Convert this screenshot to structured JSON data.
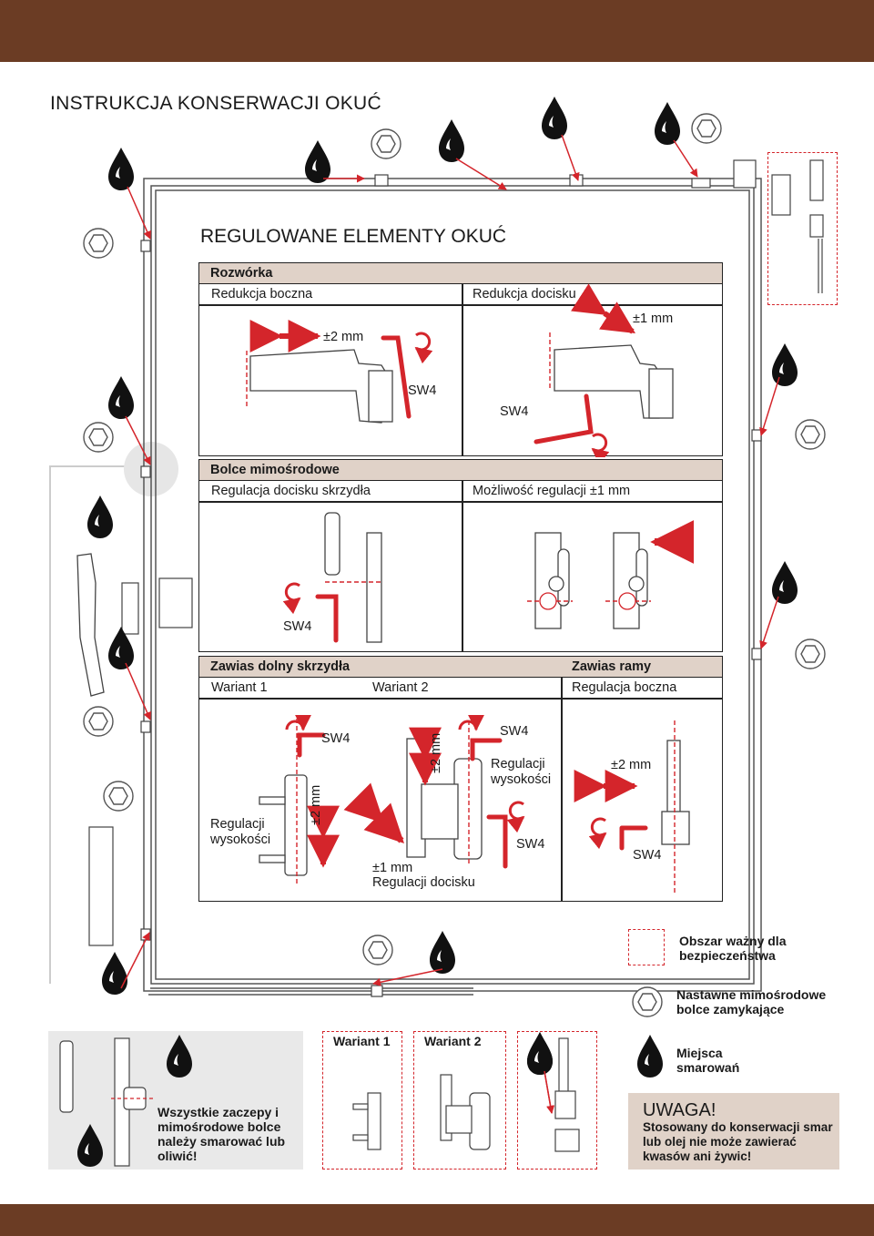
{
  "page": {
    "title": "INSTRUKCJA KONSERWACJI OKUĆ",
    "subtitle": "REGULOWANE ELEMENTY OKUĆ"
  },
  "colors": {
    "brand_brown": "#6b3c24",
    "accent_red": "#d4252b",
    "header_bg": "#e0d2c8"
  },
  "rozworka": {
    "header": "Rozwórka",
    "left_sub": "Redukcja boczna",
    "right_sub": "Redukcja docisku",
    "left_adj": "±2 mm",
    "left_tool": "SW4",
    "right_adj": "±1 mm",
    "right_tool": "SW4"
  },
  "bolce": {
    "header": "Bolce mimośrodowe",
    "left_sub": "Regulacja docisku skrzydła",
    "right_sub": "Możliwość regulacji ±1 mm",
    "tool": "SW4"
  },
  "zawias": {
    "header_left": "Zawias dolny skrzydła",
    "header_right": "Zawias ramy",
    "wariant1": "Wariant 1",
    "wariant2": "Wariant 2",
    "right_sub": "Regulacja boczna",
    "w1_tool": "SW4",
    "w1_height": "Regulacji wysokości",
    "w1_adj": "±2 mm",
    "w2_tool_top": "SW4",
    "w2_adj_vert": "±2 mm",
    "w2_height": "Regulacji wysokości",
    "w2_tool_mid": "SW4",
    "w2_adj": "±1 mm",
    "w2_docisk": "Regulacji docisku",
    "rama_adj": "±2 mm",
    "rama_tool": "SW4"
  },
  "legend": {
    "area": "Obszar ważny dla bezpieczeństwa",
    "bolts": "Nastawne mimośrodowe bolce zamykające",
    "lube": "Miejsca smarowań"
  },
  "bottom": {
    "note": "Wszystkie zaczepy i mimośrodowe bolce należy smarować lub oliwić!",
    "wariant1": "Wariant 1",
    "wariant2": "Wariant 2"
  },
  "uwaga": {
    "title": "UWAGA!",
    "text": "Stosowany do konserwacji smar lub olej nie może zawierać kwasów ani żywic!"
  },
  "icons": [
    "lubrication-drop-icon",
    "eccentric-bolt-icon",
    "rotate-arrow-icon",
    "allen-key-icon",
    "double-arrow-icon"
  ]
}
